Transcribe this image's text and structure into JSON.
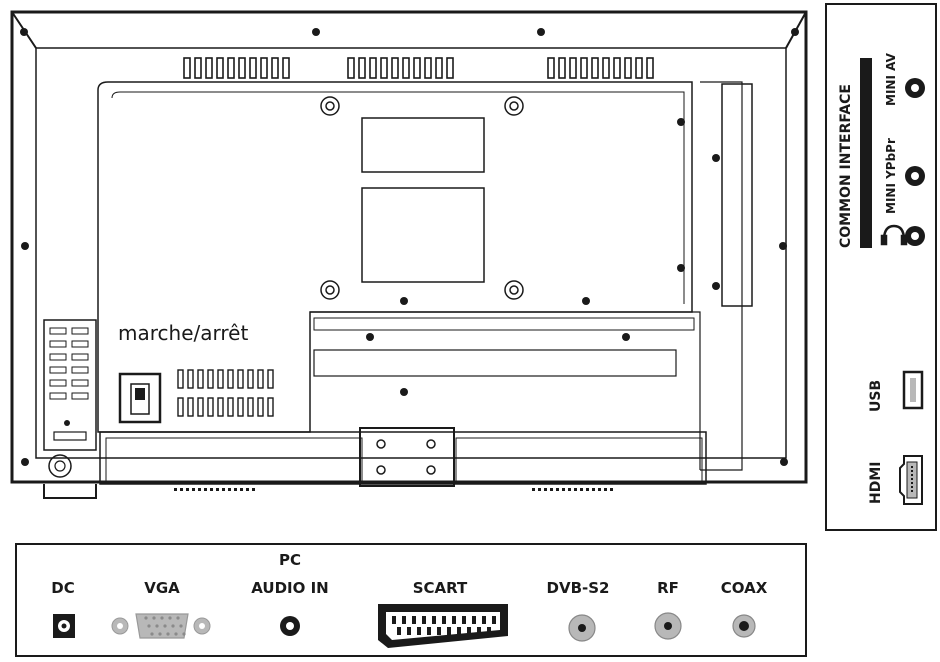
{
  "power_label": "marche/arrêt",
  "side_panel": {
    "common_interface": "COMMON INTERFACE",
    "mini_av": "MINI AV",
    "mini_ypbpr": "MINI YPbPr",
    "headphone_icon": "headphone-icon",
    "usb": "USB",
    "hdmi": "HDMI"
  },
  "bottom_panel": {
    "dc": "DC",
    "vga": "VGA",
    "pc": "PC",
    "audio_in": "AUDIO IN",
    "scart": "SCART",
    "dvb_s2": "DVB-S2",
    "rf": "RF",
    "coax": "COAX"
  },
  "colors": {
    "line": "#1a1a1a",
    "port_gray": "#b8b8b8",
    "background": "#ffffff"
  }
}
